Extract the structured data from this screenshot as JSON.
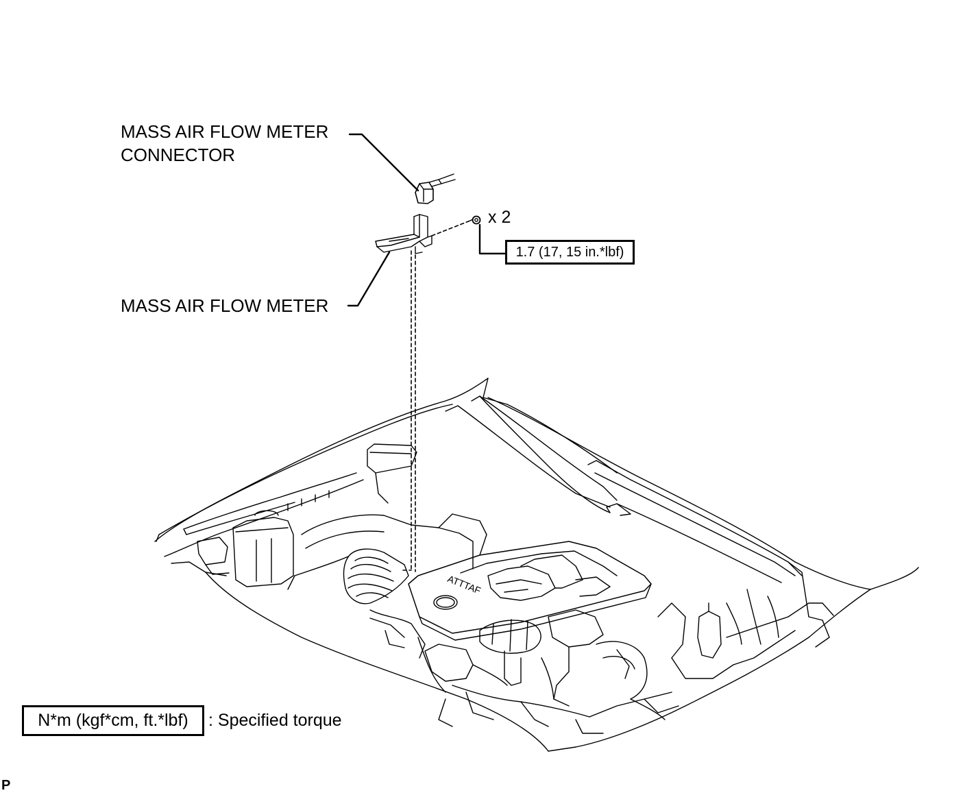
{
  "labels": {
    "connector_line1": "MASS AIR FLOW METER",
    "connector_line2": "CONNECTOR",
    "meter": "MASS AIR FLOW METER",
    "quantity": "x 2"
  },
  "torque_spec": "1.7 (17, 15 in.*lbf)",
  "legend": {
    "units": "N*m (kgf*cm, ft.*lbf)",
    "description": ": Specified torque"
  },
  "corner_mark": "P",
  "colors": {
    "line": "#000000",
    "background": "#ffffff"
  }
}
